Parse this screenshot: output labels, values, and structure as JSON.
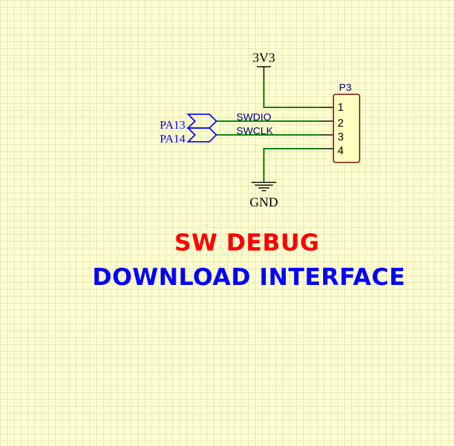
{
  "power": {
    "label": "3V3"
  },
  "ground": {
    "label": "GND"
  },
  "connector": {
    "designator": "P3",
    "pins": [
      "1",
      "2",
      "3",
      "4"
    ]
  },
  "nets": {
    "swdio": "SWDIO",
    "swclk": "SWCLK"
  },
  "ports": {
    "pa13": "PA13",
    "pa14": "PA14"
  },
  "title": {
    "line1": "SW DEBUG",
    "line2": "DOWNLOAD INTERFACE"
  },
  "colors": {
    "background": "#fdfdd0",
    "grid": "#e6e8b8",
    "wire": "#008000",
    "port": "#0000ff",
    "connector_body": "#ffffc0",
    "connector_border": "#8b2020",
    "title_line1": "#ff0000",
    "title_line2": "#0000ff"
  }
}
